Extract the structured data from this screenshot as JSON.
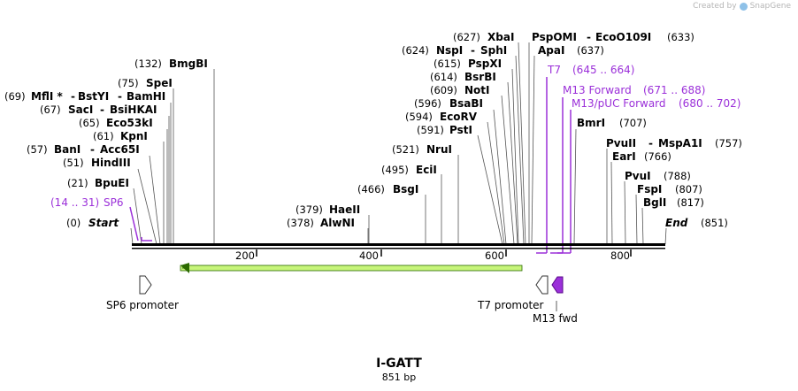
{
  "credit": {
    "prefix": "Created by",
    "brand": "SnapGene"
  },
  "map": {
    "name": "I-GATT",
    "length_label": "851 bp",
    "start_label": "Start",
    "end_label": "End",
    "start_pos": "(0)",
    "end_pos": "(851)",
    "ticks": [
      "200",
      "400",
      "600",
      "800"
    ],
    "sites": [
      {
        "name": "BmgBI",
        "pos": "(132)"
      },
      {
        "name": "SpeI",
        "pos": "(75)"
      },
      {
        "name": "MflI *",
        "name2": "BstYI",
        "name3": "BamHI",
        "pos": "(69)"
      },
      {
        "name": "SacI",
        "name2": "BsiHKAI",
        "pos": "(67)"
      },
      {
        "name": "Eco53kI",
        "pos": "(65)"
      },
      {
        "name": "KpnI",
        "pos": "(61)"
      },
      {
        "name": "BanI",
        "name2": "Acc65I",
        "pos": "(57)"
      },
      {
        "name": "HindIII",
        "pos": "(51)"
      },
      {
        "name": "BpuEI",
        "pos": "(21)"
      },
      {
        "name": "HaeII",
        "pos": "(379)"
      },
      {
        "name": "AlwNI",
        "pos": "(378)"
      },
      {
        "name": "BsgI",
        "pos": "(466)"
      },
      {
        "name": "EciI",
        "pos": "(495)"
      },
      {
        "name": "NruI",
        "pos": "(521)"
      },
      {
        "name": "PstI",
        "pos": "(591)"
      },
      {
        "name": "EcoRV",
        "pos": "(594)"
      },
      {
        "name": "BsaBI",
        "pos": "(596)"
      },
      {
        "name": "NotI",
        "pos": "(609)"
      },
      {
        "name": "BsrBI",
        "pos": "(614)"
      },
      {
        "name": "PspXI",
        "pos": "(615)"
      },
      {
        "name": "NspI",
        "name2": "SphI",
        "pos": "(624)"
      },
      {
        "name": "XbaI",
        "pos": "(627)"
      },
      {
        "name": "PspOMI",
        "name2": "EcoO109I",
        "pos": "(633)"
      },
      {
        "name": "ApaI",
        "pos": "(637)"
      },
      {
        "name": "BmrI",
        "pos": "(707)"
      },
      {
        "name": "PvuII",
        "name2": "MspA1I",
        "pos": "(757)"
      },
      {
        "name": "EarI",
        "pos": "(766)"
      },
      {
        "name": "PvuI",
        "pos": "(788)"
      },
      {
        "name": "FspI",
        "pos": "(807)"
      },
      {
        "name": "BglI",
        "pos": "(817)"
      }
    ],
    "primers": [
      {
        "name": "SP6",
        "range": "(14 .. 31)"
      },
      {
        "name": "T7",
        "range": "(645 .. 664)"
      },
      {
        "name": "M13 Forward",
        "range": "(671 .. 688)"
      },
      {
        "name": "M13/pUC Forward",
        "range": "(680 .. 702)"
      }
    ],
    "features": {
      "sp6": "SP6 promoter",
      "t7": "T7 promoter",
      "m13": "M13 fwd"
    },
    "colors": {
      "primer": "#9b30d9",
      "orf_fill": "#c7f57a",
      "orf_stroke": "#2b6a00",
      "backbone": "#000000"
    }
  }
}
